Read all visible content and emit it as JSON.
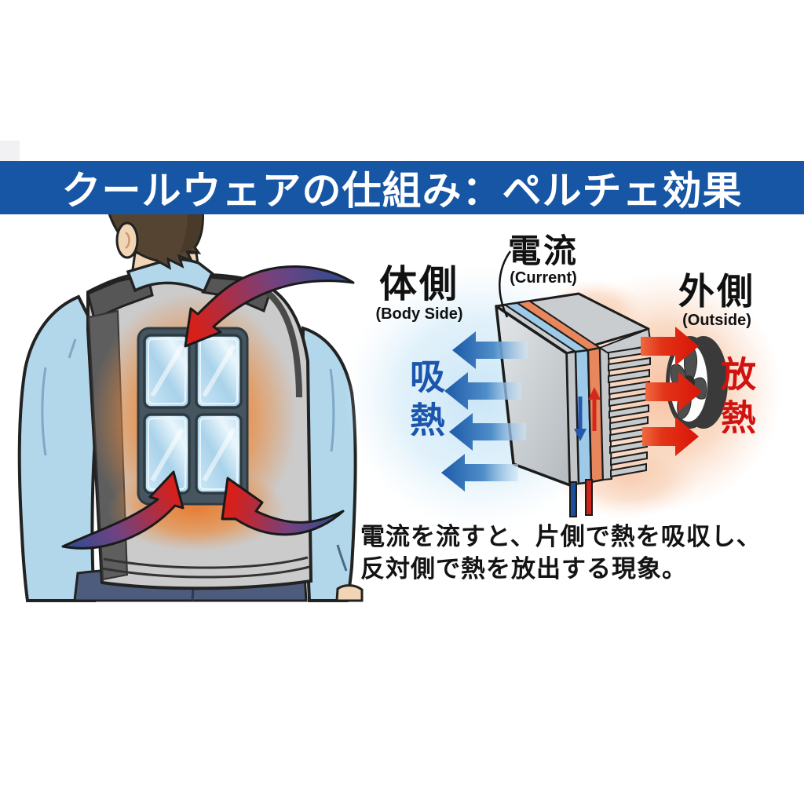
{
  "banner": {
    "title": "クールウェアの仕組み：ペルチェ効果",
    "bg_color": "#1656a4",
    "text_color": "#ffffff"
  },
  "diagram": {
    "current_label": {
      "jp": "電流",
      "en": "(Current)"
    },
    "body_side_label": {
      "jp": "体側",
      "en": "(Body Side)"
    },
    "outside_label": {
      "jp": "外側",
      "en": "(Outside)"
    },
    "absorb_label": {
      "jp": "吸熱",
      "color": "#1b56ac"
    },
    "release_label": {
      "jp": "放熱",
      "color": "#d01310"
    }
  },
  "caption": {
    "line1": "電流を流すと、片側で熱を吸収し、",
    "line2": "反対側で熱を放出する現象。"
  },
  "icons": {
    "fan": "cooling-fan-icon",
    "heatsink": "heatsink-fins-icon",
    "module": "peltier-module-3d-icon",
    "absorb_arrows": "heat-absorb-arrows-icon",
    "release_arrows": "heat-release-arrows-icon",
    "person": "person-back-cooling-vest-icon"
  },
  "colors": {
    "banner_blue": "#1656a4",
    "absorb_blue": "#1b56ac",
    "release_red": "#d01310",
    "cold_layer_blue": "#9ccae8",
    "hot_layer_orange": "#e8865c",
    "vest_gray": "#cbcbcb",
    "shirt_blue": "#b3d7ea",
    "heat_glow_orange": "#e87424",
    "caption_text": "#131313"
  }
}
